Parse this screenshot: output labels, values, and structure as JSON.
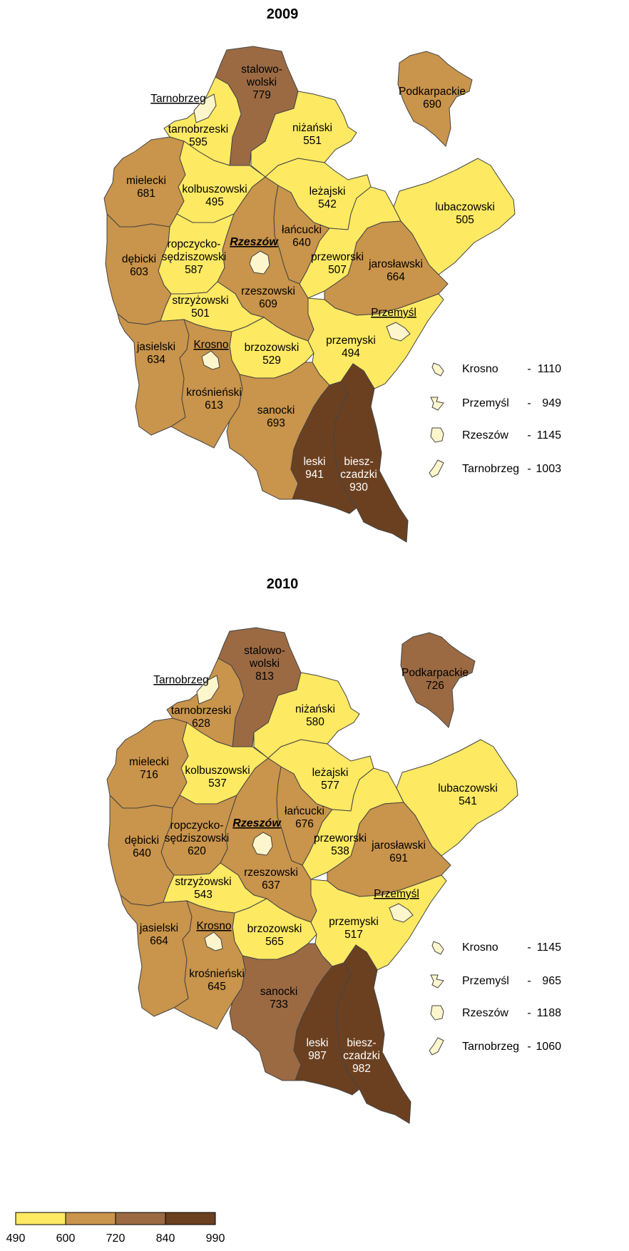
{
  "colors": {
    "c1": "#fde962",
    "c2": "#c9944b",
    "c3": "#9b6a43",
    "c4": "#6b4020",
    "city": "#fdf6cc",
    "stroke": "#444444"
  },
  "maps": [
    {
      "year": "2009",
      "districts": {
        "stalowowolski": {
          "name": "stalowo-\nwolski",
          "value": 779,
          "cls": "c3"
        },
        "nizanski": {
          "name": "niżański",
          "value": 551,
          "cls": "c1"
        },
        "tarnobrzeski": {
          "name": "tarnobrzeski",
          "value": 595,
          "cls": "c1"
        },
        "mielecki": {
          "name": "mielecki",
          "value": 681,
          "cls": "c2"
        },
        "kolbuszowski": {
          "name": "kolbuszowski",
          "value": 495,
          "cls": "c1"
        },
        "lezajski": {
          "name": "leżajski",
          "value": 542,
          "cls": "c1"
        },
        "lubaczowski": {
          "name": "lubaczowski",
          "value": 505,
          "cls": "c1"
        },
        "lancucki": {
          "name": "łańcucki",
          "value": 640,
          "cls": "c2"
        },
        "ropczycko": {
          "name": "ropczycko-\nsędziszowski",
          "value": 587,
          "cls": "c1"
        },
        "debicki": {
          "name": "dębicki",
          "value": 603,
          "cls": "c2"
        },
        "przeworski": {
          "name": "przeworski",
          "value": 507,
          "cls": "c1"
        },
        "jaroslawski": {
          "name": "jarosławski",
          "value": 664,
          "cls": "c2"
        },
        "rzeszowski": {
          "name": "rzeszowski",
          "value": 609,
          "cls": "c2"
        },
        "strzyzowski": {
          "name": "strzyżowski",
          "value": 501,
          "cls": "c1"
        },
        "jasielski": {
          "name": "jasielski",
          "value": 634,
          "cls": "c2"
        },
        "brzozowski": {
          "name": "brzozowski",
          "value": 529,
          "cls": "c1"
        },
        "przemyski": {
          "name": "przemyski",
          "value": 494,
          "cls": "c1"
        },
        "krosnienski": {
          "name": "krośnieński",
          "value": 613,
          "cls": "c2"
        },
        "sanocki": {
          "name": "sanocki",
          "value": 693,
          "cls": "c2"
        },
        "leski": {
          "name": "leski",
          "value": 941,
          "cls": "c4"
        },
        "bieszczadzki": {
          "name": "biesz-\nczadzki",
          "value": 930,
          "cls": "c4"
        }
      },
      "province": {
        "name": "Podkarpackie",
        "value": 690,
        "cls": "c2"
      },
      "cities": [
        {
          "name": "Krosno",
          "value": "1110"
        },
        {
          "name": "Przemyśl",
          "value": "949"
        },
        {
          "name": "Rzeszów",
          "value": "1145"
        },
        {
          "name": "Tarnobrzeg",
          "value": "1003"
        }
      ]
    },
    {
      "year": "2010",
      "districts": {
        "stalowowolski": {
          "name": "stalowo-\nwolski",
          "value": 813,
          "cls": "c3"
        },
        "nizanski": {
          "name": "niżański",
          "value": 580,
          "cls": "c1"
        },
        "tarnobrzeski": {
          "name": "tarnobrzeski",
          "value": 628,
          "cls": "c2"
        },
        "mielecki": {
          "name": "mielecki",
          "value": 716,
          "cls": "c2"
        },
        "kolbuszowski": {
          "name": "kolbuszowski",
          "value": 537,
          "cls": "c1"
        },
        "lezajski": {
          "name": "leżajski",
          "value": 577,
          "cls": "c1"
        },
        "lubaczowski": {
          "name": "lubaczowski",
          "value": 541,
          "cls": "c1"
        },
        "lancucki": {
          "name": "łańcucki",
          "value": 676,
          "cls": "c2"
        },
        "ropczycko": {
          "name": "ropczycko-\nsędziszowski",
          "value": 620,
          "cls": "c2"
        },
        "debicki": {
          "name": "dębicki",
          "value": 640,
          "cls": "c2"
        },
        "przeworski": {
          "name": "przeworski",
          "value": 538,
          "cls": "c1"
        },
        "jaroslawski": {
          "name": "jarosławski",
          "value": 691,
          "cls": "c2"
        },
        "rzeszowski": {
          "name": "rzeszowski",
          "value": 637,
          "cls": "c2"
        },
        "strzyzowski": {
          "name": "strzyżowski",
          "value": 543,
          "cls": "c1"
        },
        "jasielski": {
          "name": "jasielski",
          "value": 664,
          "cls": "c2"
        },
        "brzozowski": {
          "name": "brzozowski",
          "value": 565,
          "cls": "c1"
        },
        "przemyski": {
          "name": "przemyski",
          "value": 517,
          "cls": "c1"
        },
        "krosnienski": {
          "name": "krośnieński",
          "value": 645,
          "cls": "c2"
        },
        "sanocki": {
          "name": "sanocki",
          "value": 733,
          "cls": "c3"
        },
        "leski": {
          "name": "leski",
          "value": 987,
          "cls": "c4"
        },
        "bieszczadzki": {
          "name": "biesz-\nczadzki",
          "value": 982,
          "cls": "c4"
        }
      },
      "province": {
        "name": "Podkarpackie",
        "value": 726,
        "cls": "c3"
      },
      "cities": [
        {
          "name": "Krosno",
          "value": "1145"
        },
        {
          "name": "Przemyśl",
          "value": "965"
        },
        {
          "name": "Rzeszów",
          "value": "1188"
        },
        {
          "name": "Tarnobrzeg",
          "value": "1060"
        }
      ]
    }
  ],
  "scale": {
    "ticks": [
      "490",
      "600",
      "720",
      "840",
      "990"
    ],
    "classes": [
      "c1",
      "c2",
      "c3",
      "c4"
    ]
  }
}
